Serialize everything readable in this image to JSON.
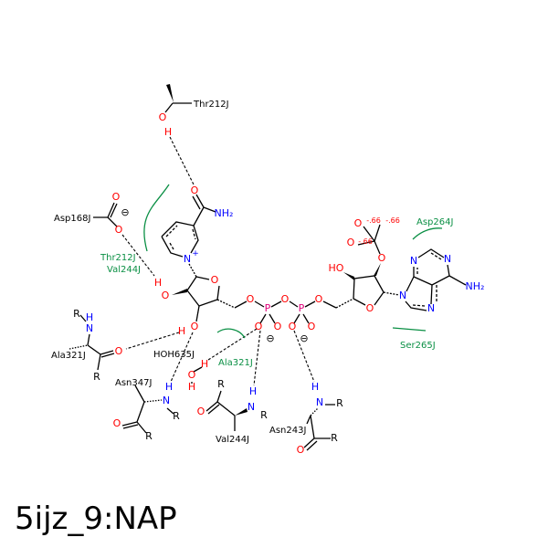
{
  "title": "5ijz_9:NAP",
  "residues": {
    "thr212_top": "Thr212J",
    "asp168": "Asp168J",
    "thr212_green": "Thr212J",
    "val244_green": "Val244J",
    "ala321_left": "Ala321J",
    "hoh635": "HOH635J",
    "ala321_green": "Ala321J",
    "asn347": "Asn347J",
    "val244": "Val244J",
    "asn243": "Asn243J",
    "asp264": "Asp264J",
    "ser265": "Ser265J"
  },
  "atoms": {
    "thr_o": "O",
    "thr_h": "H",
    "amide_o": "O",
    "amide_n": "NH₂",
    "pyr_n": "N",
    "plus": "+",
    "rib_o": "O",
    "o2": "O",
    "o2_h": "H",
    "o3": "O",
    "o3_h": "H",
    "o5": "O",
    "p1": "P",
    "obr": "O",
    "p2": "P",
    "p1_o1": "O",
    "p1_o2": "O",
    "p2_o1": "O",
    "p2_o2": "O",
    "minus": "⊖",
    "o5b": "O",
    "rib2_o": "O",
    "ho": "HO",
    "o2b": "O",
    "phos_o1": "O",
    "phos_o2": "O",
    "charge": "-.66",
    "n9": "N",
    "n3": "N",
    "n1": "N",
    "n7": "N",
    "ad_nh2": "NH₂",
    "asp_o1": "O",
    "asp_o2": "O",
    "R": "R",
    "H": "H",
    "N": "N",
    "O": "O"
  }
}
